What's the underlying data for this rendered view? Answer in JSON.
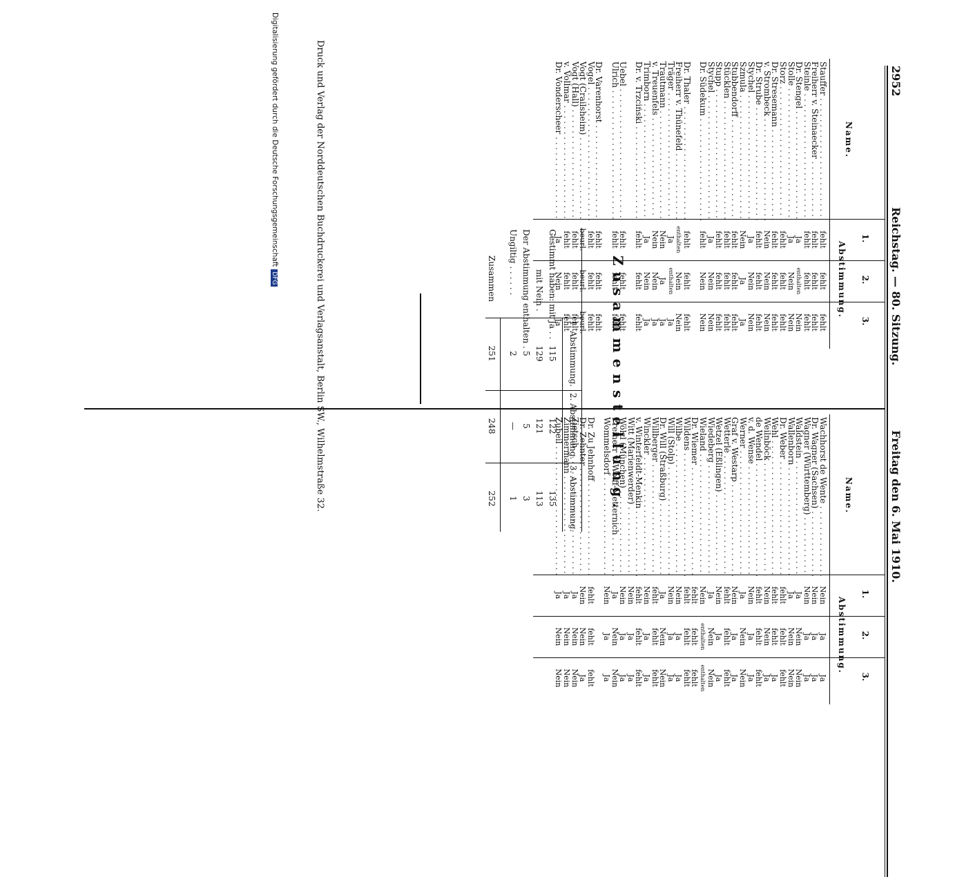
{
  "header": {
    "page_number": "2952",
    "running_head": "Reichstag. — 80. Sitzung.",
    "date": "Freitag den 6. Mai 1910."
  },
  "table_headers": {
    "name": "Name.",
    "cols": [
      "1.",
      "2.",
      "3."
    ],
    "abstimmung": "Abstimmung."
  },
  "left_rows": [
    {
      "name": "Stauffer",
      "v": [
        "fehlt",
        "fehlt",
        "fehlt"
      ]
    },
    {
      "name": "Freiherr v. Steinaecker",
      "v": [
        "fehlt",
        "fehlt",
        "fehlt"
      ]
    },
    {
      "name": "Steinle",
      "v": [
        "fehlt",
        "fehlt",
        "fehlt"
      ]
    },
    {
      "name": "Dr. Stengel",
      "v": [
        "Ja",
        "enthalten",
        "Nein"
      ]
    },
    {
      "name": "Stolle",
      "v": [
        "Ja",
        "Nein",
        "Nein"
      ]
    },
    {
      "name": "Storz",
      "v": [
        "fehlt",
        "fehlt",
        "fehlt"
      ]
    },
    {
      "name": "Dr. Stresemann",
      "v": [
        "fehlt",
        "fehlt",
        "fehlt"
      ]
    },
    {
      "name": "v. Strombeck",
      "v": [
        "Nein",
        "Nein",
        "Nein"
      ]
    },
    {
      "name": "Dr. Strube",
      "v": [
        "fehlt",
        "fehlt",
        "fehlt"
      ]
    },
    {
      "name": "Stychel",
      "v": [
        "Ja",
        "Nein",
        "Nein"
      ]
    },
    {
      "name": "Szmula",
      "v": [
        "Nein",
        "Ja",
        "Ja"
      ]
    },
    {
      "name": "Stubbendorff",
      "v": [
        "fehlt",
        "fehlt",
        "fehlt"
      ]
    },
    {
      "name": "Stücklen",
      "v": [
        "fehlt",
        "fehlt",
        "fehlt"
      ]
    },
    {
      "name": "Stupp",
      "v": [
        "fehlt",
        "fehlt",
        "fehlt"
      ]
    },
    {
      "name": "Stychel",
      "v": [
        "Ja",
        "Nein",
        "Nein"
      ]
    },
    {
      "name": "Dr. Südekum",
      "v": [
        "fehlt",
        "Nein",
        "Nein"
      ]
    },
    {
      "gap": true
    },
    {
      "name": "Dr. Thaler",
      "v": [
        "fehlt",
        "fehlt",
        "fehlt"
      ]
    },
    {
      "name": "Freiherr v. Thünefeld",
      "v": [
        "enthalten",
        "Nein",
        "Nein"
      ]
    },
    {
      "name": "Träger",
      "v": [
        "Ja",
        "enthalten",
        "Ja"
      ]
    },
    {
      "name": "Trautmann",
      "v": [
        "Nein",
        "Ja",
        "Ja"
      ]
    },
    {
      "name": "v. Treuenfels",
      "v": [
        "Nein",
        "Nein",
        "Ja"
      ]
    },
    {
      "name": "Trimborn",
      "v": [
        "Ja",
        "Nein",
        "Ja"
      ]
    },
    {
      "name": "Dr. v. Trzciński",
      "v": [
        "fehlt",
        "fehlt",
        "fehlt"
      ]
    },
    {
      "gap": true
    },
    {
      "name": "Uebel",
      "v": [
        "fehlt",
        "fehlt",
        "fehlt"
      ]
    },
    {
      "name": "Ulrich",
      "v": [
        "fehlt",
        "fehlt",
        "fehlt"
      ]
    },
    {
      "gap": true
    },
    {
      "name": "Dr. Varenhorst",
      "v": [
        "fehlt",
        "fehlt",
        "fehlt"
      ]
    },
    {
      "name": "Vogel",
      "v": [
        "fehlt",
        "fehlt",
        "fehlt"
      ]
    },
    {
      "name": "Vogt (Crailsheim)",
      "v": [
        "beurl.",
        "beurl.",
        "beurl."
      ]
    },
    {
      "name": "Vogt (Hall)",
      "v": [
        "fehlt",
        "fehlt",
        "fehlt"
      ]
    },
    {
      "name": "v. Vollmar",
      "v": [
        "fehlt",
        "fehlt",
        "fehlt"
      ]
    },
    {
      "name": "Dr. Vonderscheer",
      "v": [
        "Ja",
        "Nein",
        "Ja"
      ]
    }
  ],
  "right_rows": [
    {
      "name": "Wachhorst de Wente",
      "v": [
        "Nein",
        "Ja",
        "Ja"
      ]
    },
    {
      "name": "Dr. Wagner (Sachsen)",
      "v": [
        "Nein",
        "Ja",
        "Ja"
      ]
    },
    {
      "name": "Wagner (Württemberg)",
      "v": [
        "Nein",
        "Ja",
        "Ja"
      ]
    },
    {
      "name": "Waldstein",
      "v": [
        "Ja",
        "Nein",
        "Nein"
      ]
    },
    {
      "name": "Wallenborn",
      "v": [
        "Ja",
        "Nein",
        "Nein"
      ]
    },
    {
      "name": "Dr. Weber",
      "v": [
        "fehlt",
        "fehlt",
        "fehlt"
      ]
    },
    {
      "name": "Wehl",
      "v": [
        "fehlt",
        "fehlt",
        "Ja"
      ]
    },
    {
      "name": "Weilnböck",
      "v": [
        "Nein",
        "Nein",
        "Ja"
      ]
    },
    {
      "name": "de Wendel",
      "v": [
        "fehlt",
        "fehlt",
        "fehlt"
      ]
    },
    {
      "name": "v. d. Wense",
      "v": [
        "Nein",
        "Ja",
        "Ja"
      ]
    },
    {
      "name": "Werner",
      "v": [
        "Ja",
        "Nein",
        "Nein"
      ]
    },
    {
      "name": "Graf v. Westarp",
      "v": [
        "Nein",
        "Ja",
        "Ja"
      ]
    },
    {
      "name": "Wetterlé",
      "v": [
        "fehlt",
        "fehlt",
        "fehlt"
      ]
    },
    {
      "name": "Wetzel (Eßlingen)",
      "v": [
        "Nein",
        "Ja",
        "Ja"
      ]
    },
    {
      "name": "Wiedeberg",
      "v": [
        "Ja",
        "Nein",
        "Nein"
      ]
    },
    {
      "name": "Wieland",
      "v": [
        "Nein",
        "enthalten",
        "enthalten"
      ]
    },
    {
      "name": "Dr. Wiemer",
      "v": [
        "fehlt",
        "fehlt",
        "fehlt"
      ]
    },
    {
      "name": "Wildens",
      "v": [
        "fehlt",
        "fehlt",
        "fehlt"
      ]
    },
    {
      "name": "Wilbe",
      "v": [
        "Nein",
        "Ja",
        "Ja"
      ]
    },
    {
      "name": "Will (Stolp)",
      "v": [
        "Nein",
        "Ja",
        "Ja"
      ]
    },
    {
      "name": "Dr. Will (Straßburg)",
      "v": [
        "Ja",
        "Nein",
        "Nein"
      ]
    },
    {
      "name": "Willberger",
      "v": [
        "fehlt",
        "fehlt",
        "fehlt"
      ]
    },
    {
      "name": "Winckler",
      "v": [
        "Nein",
        "Ja",
        "Ja"
      ]
    },
    {
      "name": "v. Winterfeldt-Menkin",
      "v": [
        "fehlt",
        "fehlt",
        "fehlt"
      ]
    },
    {
      "name": "Witt (Marienwerder)",
      "v": [
        "Nein",
        "Ja",
        "Ja"
      ]
    },
    {
      "name": "Wölzl (München)",
      "v": [
        "Nein",
        "Ja",
        "Ja"
      ]
    },
    {
      "name": "Freiherr v. Wolff-Metternich",
      "v": [
        "Ja",
        "Nein",
        "Nein"
      ]
    },
    {
      "name": "Wommelsdorf",
      "v": [
        "Nein",
        "Ja",
        "Ja"
      ]
    },
    {
      "gap": true
    },
    {
      "name": "Dr. Zu Jehnhoff",
      "v": [
        "fehlt",
        "fehlt",
        "fehlt"
      ]
    },
    {
      "name": "Dr. Zehnter",
      "v": [
        "Nein",
        "Nein",
        "Ja"
      ]
    },
    {
      "name": "Zietsch",
      "v": [
        "Ja",
        "Nein",
        "Nein"
      ]
    },
    {
      "name": "Zimmermann",
      "v": [
        "Ja",
        "Nein",
        "Nein"
      ]
    },
    {
      "name": "Zubeil",
      "v": [
        "Ja",
        "Nein",
        "Nein"
      ]
    }
  ],
  "zusammenstellung": {
    "title": "Zusammenstellung.",
    "col_headers": [
      "1. Abstimmung.",
      "2. Abstimmung.",
      "3. Abstimmung."
    ],
    "rows": [
      {
        "label": "Gestimmt haben: mit Ja . .",
        "v": [
          "115",
          "122",
          "135"
        ]
      },
      {
        "label": "mit Nein .",
        "v": [
          "129",
          "121",
          "113"
        ]
      },
      {
        "label": "Der Abstimmung enthalten .",
        "v": [
          "5",
          "5",
          "3"
        ]
      },
      {
        "label": "Ungiltig . . . . . .",
        "v": [
          "2",
          "—",
          "1"
        ]
      }
    ],
    "total_label": "Zusammen",
    "totals": [
      "251",
      "248",
      "252"
    ]
  },
  "footer": "Druck und Verlag der Norddeutschen Buchdruckerei und Verlagsanstalt, Berlin SW., Wilhelmstraße 32.",
  "digitization": "Digitalisierung gefördert durch die Deutsche Forschungsgemeinschaft",
  "dfg_logo": "DFG"
}
